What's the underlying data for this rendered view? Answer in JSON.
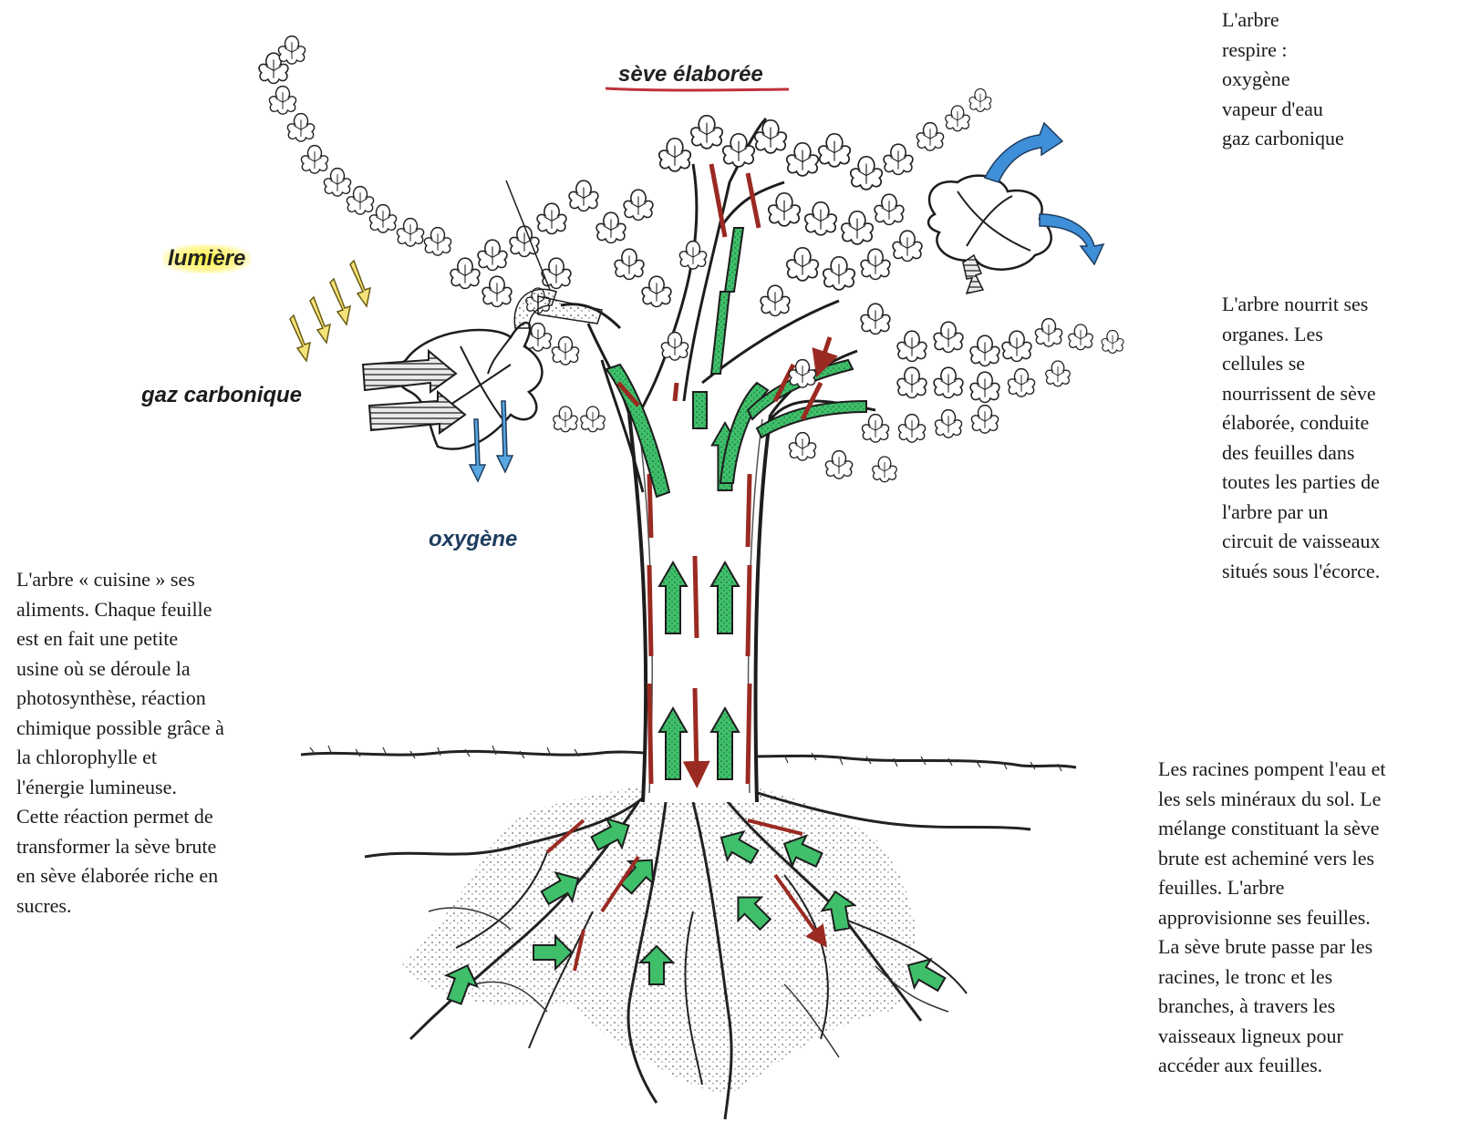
{
  "labels": {
    "seve_elaboree": "sève élaborée",
    "lumiere": "lumière",
    "gaz_carbonique": "gaz carbonique",
    "oxygene": "oxygène"
  },
  "paragraphs": {
    "respire": [
      "L'arbre",
      "respire :",
      "oxygène",
      "vapeur d'eau",
      "gaz carbonique"
    ],
    "nourrit": [
      "L'arbre nourrit ses",
      "organes. Les",
      "cellules se",
      "nourrissent de sève",
      "élaborée, conduite",
      "des feuilles dans",
      "toutes les parties de",
      "l'arbre par un",
      "circuit de vaisseaux",
      "situés sous l'écorce."
    ],
    "cuisine": [
      "L'arbre « cuisine » ses",
      "aliments. Chaque feuille",
      "est en fait une petite",
      "usine où se déroule la",
      "photosynthèse, réaction",
      "chimique possible grâce à",
      "la chlorophylle et",
      "l'énergie lumineuse.",
      "Cette réaction  permet de",
      "transformer la sève brute",
      "en sève élaborée riche en",
      "sucres."
    ],
    "racines": [
      "Les racines pompent l'eau et",
      "les sels minéraux du sol. Le",
      "mélange constituant la sève",
      "brute est acheminé vers les",
      "feuilles. L'arbre",
      "approvisionne ses feuilles.",
      "La sève brute passe par les",
      "racines, le tronc et les",
      "branches, à travers les",
      "vaisseaux ligneux pour",
      "accéder aux feuilles."
    ]
  },
  "colors": {
    "raw_sap_arrow": "#3fbf6a",
    "elaborated_sap_arrow": "#9a2a22",
    "oxygen_arrow": "#5aa6e0",
    "water_vapor_arrow": "#3f8fd8",
    "light_arrow": "#f5e37a",
    "underline": "#c0303a"
  }
}
